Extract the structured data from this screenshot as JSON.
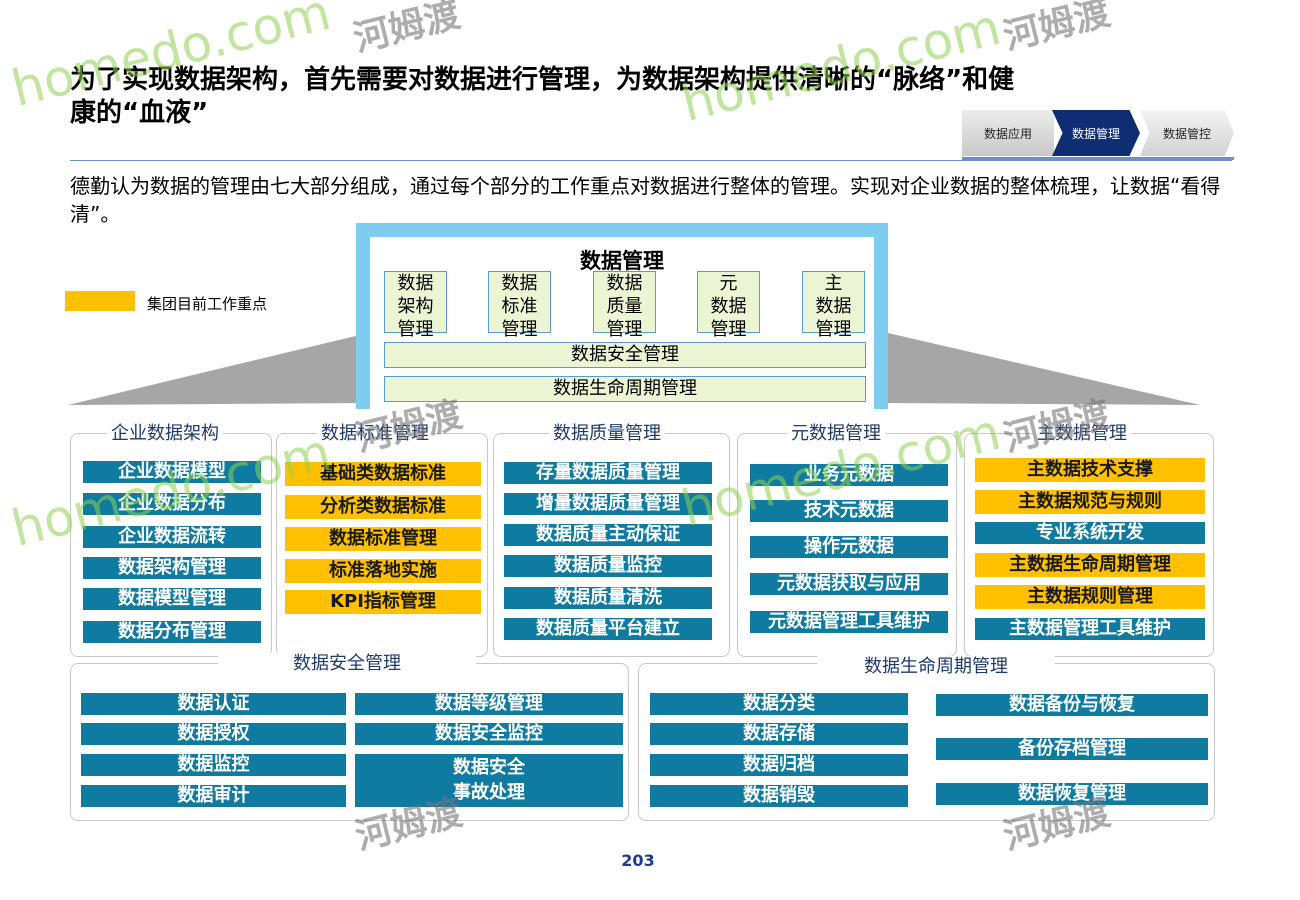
{
  "title": "为了实现数据架构，首先需要对数据进行管理，为数据架构提供清晰的“脉络”和健康的“血液”",
  "subtitle": "德勤认为数据的管理由七大部分组成，通过每个部分的工作重点对数据进行整体的管理。实现对企业数据的整体梳理，让数据“看得清”。",
  "nav": {
    "tabs": [
      "数据应用",
      "数据管理",
      "数据管控"
    ],
    "active": "数据管理"
  },
  "legend": {
    "label": "集团目前工作重点",
    "color": "#ffc000"
  },
  "colors": {
    "item_blue": "#0f7ba0",
    "focus_gold": "#ffc000",
    "top_frame": "#7ecdf1",
    "box_fill": "#ebf5d3"
  },
  "top": {
    "title": "数据管理",
    "modules": [
      "数据\n架构\n管理",
      "数据\n标准\n管理",
      "数据\n质量\n管理",
      "元\n数据\n管理",
      "主\n数据\n管理"
    ],
    "security": "数据安全管理",
    "lifecycle": "数据生命周期管理"
  },
  "groups": {
    "architecture": {
      "title": "企业数据架构",
      "items": [
        "企业数据模型",
        "企业数据分布",
        "企业数据流转",
        "数据架构管理",
        "数据模型管理",
        "数据分布管理"
      ]
    },
    "standard": {
      "title": "数据标准管理",
      "items": [
        "基础类数据标准",
        "分析类数据标准",
        "数据标准管理",
        "标准落地实施",
        "KPI指标管理"
      ]
    },
    "quality": {
      "title": "数据质量管理",
      "items": [
        "存量数据质量管理",
        "增量数据质量管理",
        "数据质量主动保证",
        "数据质量监控",
        "数据质量清洗",
        "数据质量平台建立"
      ]
    },
    "metadata": {
      "title": "元数据管理",
      "items": [
        "业务元数据",
        "技术元数据",
        "操作元数据",
        "元数据获取与应用",
        "元数据管理工具维护"
      ]
    },
    "master": {
      "title": "主数据管理",
      "items": [
        "主数据技术支撑",
        "主数据规范与规则",
        "专业系统开发",
        "主数据生命周期管理",
        "主数据规则管理",
        "主数据管理工具维护"
      ]
    },
    "security": {
      "title": "数据安全管理",
      "left": [
        "数据认证",
        "数据授权",
        "数据监控",
        "数据审计"
      ],
      "right": [
        "数据等级管理",
        "数据安全监控",
        "数据安全\n事故处理"
      ]
    },
    "lifecycle": {
      "title": "数据生命周期管理",
      "left": [
        "数据分类",
        "数据存储",
        "数据归档",
        "数据销毁"
      ],
      "right": [
        "数据备份与恢复",
        "备份存档管理",
        "数据恢复管理"
      ]
    }
  },
  "page_number": "203",
  "watermark": {
    "latin": "homedo.com",
    "chinese": "河姆渡"
  }
}
